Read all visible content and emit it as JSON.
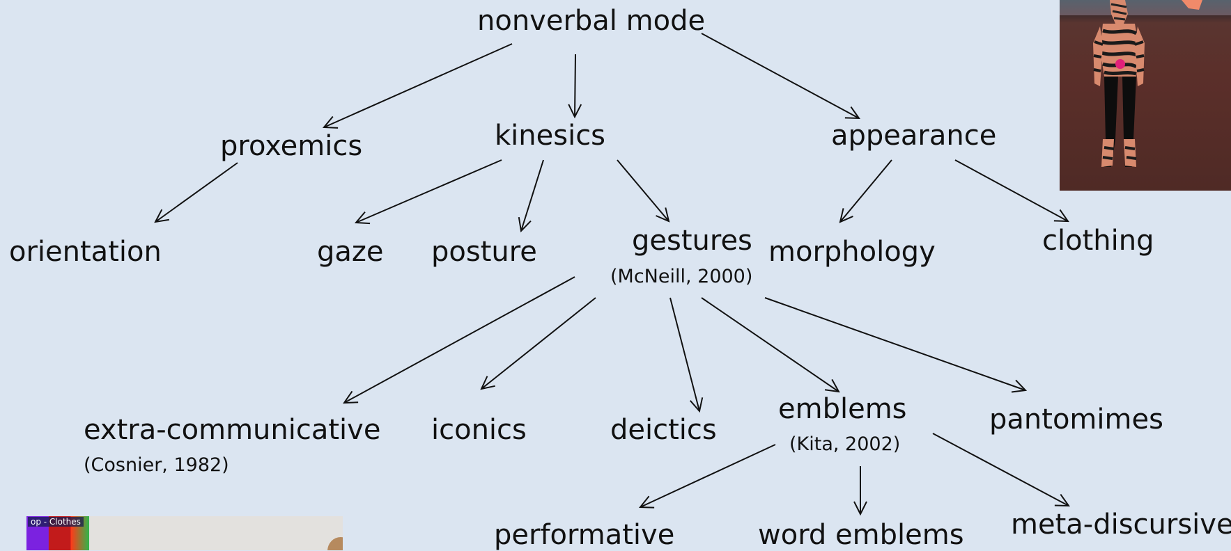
{
  "diagram": {
    "root": "nonverbal mode",
    "level1": {
      "proxemics": "proxemics",
      "kinesics": "kinesics",
      "appearance": "appearance"
    },
    "level2": {
      "orientation": "orientation",
      "gaze": "gaze",
      "posture": "posture",
      "gestures": "gestures",
      "gestures_citation": "(McNeill, 2000)",
      "morphology": "morphology",
      "clothing": "clothing"
    },
    "level3": {
      "extra_communicative": "extra-communicative",
      "extra_communicative_citation": "(Cosnier, 1982)",
      "iconics": "iconics",
      "deictics": "deictics",
      "emblems": "emblems",
      "emblems_citation": "(Kita, 2002)",
      "pantomimes": "pantomimes"
    },
    "level4": {
      "performative": "performative",
      "word_emblems": "word emblems",
      "meta_discursive": "meta-discursive"
    }
  },
  "images": {
    "top_right": "avatar-with-tiger-stripes-image",
    "bottom_left": "virtual-clothes-shop-image",
    "bottom_left_caption": "op - Clothes"
  }
}
